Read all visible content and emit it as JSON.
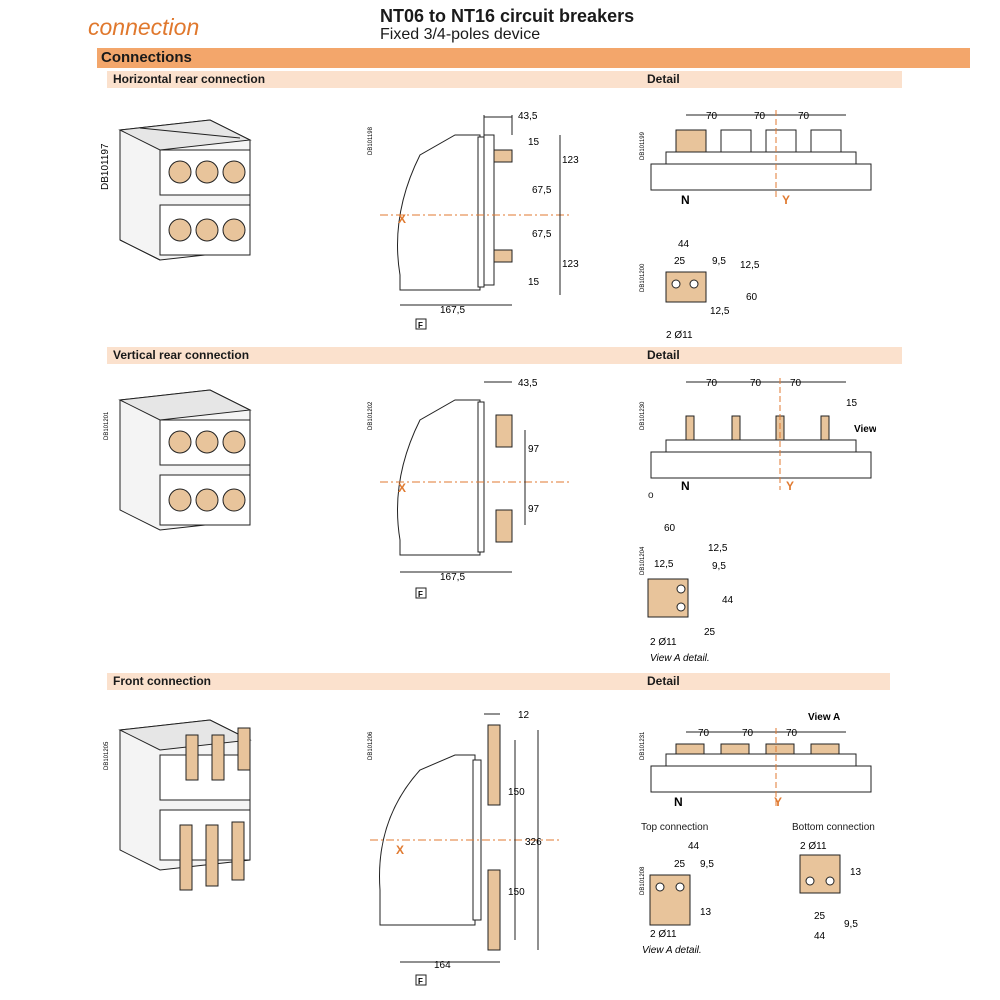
{
  "header": {
    "section": "connection",
    "title": "NT06 to NT16 circuit breakers",
    "subtitle": "Fixed 3/4-poles device"
  },
  "band": "Connections",
  "sections": [
    {
      "title": "Horizontal rear connection",
      "detail": "Detail"
    },
    {
      "title": "Vertical rear connection",
      "detail": "Detail"
    },
    {
      "title": "Front connection",
      "detail": "Detail"
    }
  ],
  "codes": {
    "h_iso": "DB101197",
    "h_side": "DB101198",
    "h_det": "DB101199",
    "h_bar": "DB101200",
    "v_iso": "DB101201",
    "v_side": "DB101202",
    "v_det": "DB101230",
    "v_bar": "DB101204",
    "f_iso": "DB101205",
    "f_side": "DB101206",
    "f_det": "DB101231",
    "f_bar": "DB101208"
  },
  "dims": {
    "d43_5": "43,5",
    "d15": "15",
    "d123": "123",
    "d67_5": "67,5",
    "d167_5": "167,5",
    "d70": "70",
    "d44": "44",
    "d25": "25",
    "d9_5": "9,5",
    "d12_5": "12,5",
    "d60": "60",
    "d2011": "2 Ø11",
    "d97": "97",
    "d12": "12",
    "d150": "150",
    "d326": "326",
    "d164": "164",
    "d13": "13"
  },
  "labels": {
    "x": "X",
    "y": "Y",
    "n": "N",
    "f": "F",
    "view_a": "View A",
    "view_a_detail": "View A detail.",
    "top_connection": "Top connection",
    "bottom_connection": "Bottom connection",
    "o": "o"
  }
}
